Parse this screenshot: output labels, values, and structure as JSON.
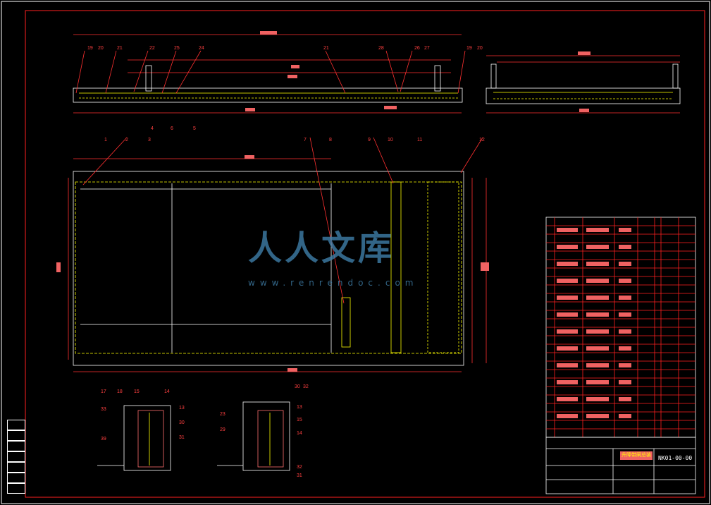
{
  "drawing": {
    "title": "升降带闸总装",
    "code": "NK01-00-00"
  },
  "watermark": {
    "text": "人人文库",
    "url": "www.renrendoc.com"
  },
  "colors": {
    "background": "#000000",
    "frame": "#ffffff",
    "border": "#ff0000",
    "label": "#f06262",
    "yellow": "#ffff00",
    "cyan": "#00ffff",
    "watermark": "#3f7fa9"
  },
  "top_callouts": [
    "19",
    "20",
    "21",
    "22",
    "25",
    "24",
    "21",
    "28",
    "26",
    "27",
    "19",
    "20"
  ],
  "top_bottom_callouts": [
    "4",
    "6",
    "5"
  ],
  "plan_callouts": [
    "1",
    "2",
    "3",
    "7",
    "8",
    "9",
    "10",
    "11",
    "12"
  ],
  "detail_left_callouts": [
    "17",
    "18",
    "15",
    "14",
    "33",
    "13",
    "30",
    "31",
    "39"
  ],
  "detail_right_callouts": [
    "30",
    "32",
    "23",
    "29",
    "13",
    "15",
    "14",
    "32",
    "31"
  ],
  "side_labels": [
    "",
    "",
    "",
    "",
    "",
    "",
    ""
  ]
}
